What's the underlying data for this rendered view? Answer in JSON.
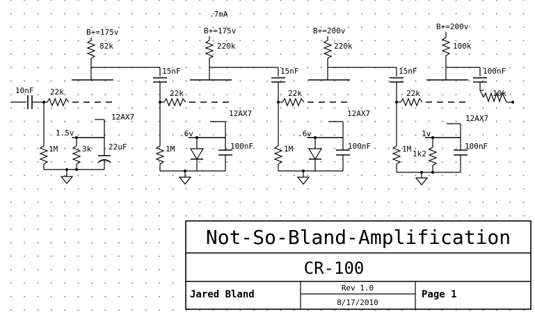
{
  "stages": [
    {
      "supply": "B+=175v",
      "plate_resistor": "82k",
      "coupling_cap": "15nF",
      "grid_resistor": "22k",
      "tube": "12AX7",
      "cathode_voltage": "1.5v",
      "grid_leak": "1M",
      "cathode_resistor": "3k",
      "bypass_cap": "22uF"
    },
    {
      "current": ".7mA",
      "supply": "B+=175v",
      "plate_resistor": "220k",
      "coupling_cap": "15nF",
      "grid_resistor": "22k",
      "tube": "12AX7",
      "cathode_voltage": ".6v",
      "grid_leak": "1M",
      "bypass_cap": "100nF"
    },
    {
      "supply": "B+=200v",
      "plate_resistor": "220k",
      "coupling_cap": "15nF",
      "grid_resistor": "22k",
      "tube": "12AX7",
      "cathode_voltage": ".6v",
      "grid_leak": "1M",
      "bypass_cap": "100nF"
    },
    {
      "supply": "B+=200v",
      "plate_resistor": "100k",
      "coupling_cap": "100nF",
      "grid_resistor": "22k",
      "tube": "12AX7",
      "cathode_voltage": "1v",
      "grid_leak": "1M",
      "cathode_resistor": "1k2",
      "bypass_cap": "100nF"
    }
  ],
  "input_cap": "10nF",
  "output_resistor": "10k",
  "title_block": {
    "title": "Not-So-Bland-Amplification",
    "model": "CR-100",
    "author": "Jared Bland",
    "revision": "Rev 1.0",
    "date": "8/17/2010",
    "page": "Page 1"
  }
}
